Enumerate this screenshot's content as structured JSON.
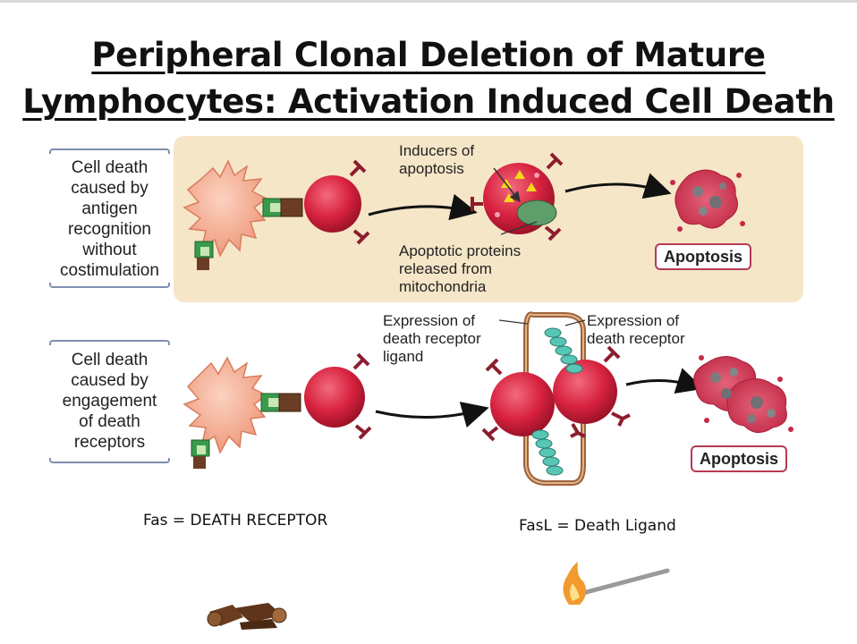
{
  "title": {
    "line1": "Peripheral Clonal Deletion of Mature",
    "line2": "Lymphocytes: Activation Induced Cell Death"
  },
  "panel_top": {
    "side_label": [
      "Cell death",
      "caused by",
      "antigen",
      "recognition",
      "without",
      "costimulation"
    ],
    "inducers_label": [
      "Inducers of",
      "apoptosis"
    ],
    "proteins_label": [
      "Apoptotic proteins",
      "released from",
      "mitochondria"
    ],
    "result": "Apoptosis"
  },
  "panel_bottom": {
    "side_label": [
      "Cell death",
      "caused by",
      "engagement",
      "of death",
      "receptors"
    ],
    "ligand_label": [
      "Expression of",
      "death receptor",
      "ligand"
    ],
    "receptor_label": [
      "Expression of",
      "death receptor"
    ],
    "result": "Apoptosis"
  },
  "captions": {
    "fas": "Fas = DEATH RECEPTOR",
    "fasl": "FasL = Death Ligand"
  },
  "colors": {
    "panel_bg": "#f6e6c8",
    "t_cell": "#d8223f",
    "apc": "#f2a98c",
    "receptor": "#8c1d2e",
    "apoptosis_border": "#b53a55"
  }
}
